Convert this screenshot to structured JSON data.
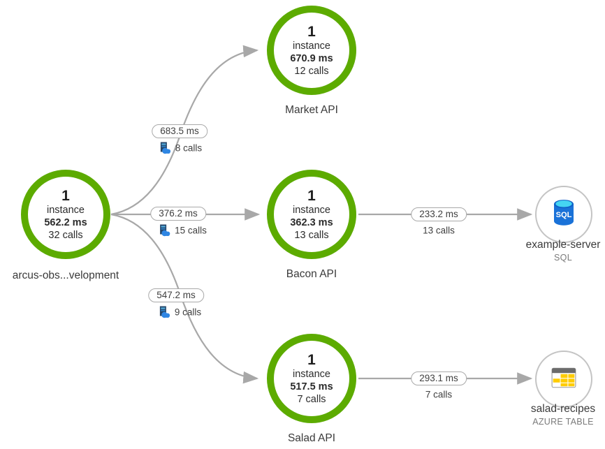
{
  "diagram": "application-map",
  "colors": {
    "node_ring_green": "#5cab00",
    "dependency_ring_gray": "#c4c4c4",
    "edge_gray": "#a8a8a8",
    "pill_border": "#a9a9a9",
    "sql_icon_blue": "#1a72d8",
    "sql_icon_cyan": "#45d5f2",
    "table_icon_yellow": "#ffcc00",
    "table_icon_gray": "#6b6b6b"
  },
  "app_nodes": {
    "root": {
      "count": "1",
      "instance_label": "instance",
      "duration": "562.2 ms",
      "calls": "32 calls",
      "label": "arcus-obs...velopment"
    },
    "market": {
      "count": "1",
      "instance_label": "instance",
      "duration": "670.9 ms",
      "calls": "12 calls",
      "label": "Market API"
    },
    "bacon": {
      "count": "1",
      "instance_label": "instance",
      "duration": "362.3 ms",
      "calls": "13 calls",
      "label": "Bacon API"
    },
    "salad": {
      "count": "1",
      "instance_label": "instance",
      "duration": "517.5 ms",
      "calls": "7 calls",
      "label": "Salad API"
    }
  },
  "dependency_nodes": {
    "sql": {
      "label": "example-server",
      "type": "SQL",
      "icon": "sql-database-icon"
    },
    "table": {
      "label": "salad-recipes",
      "type": "AZURE TABLE",
      "icon": "azure-table-icon"
    }
  },
  "edges": {
    "root_market": {
      "duration": "683.5 ms",
      "calls": "8 calls",
      "icon": "role-instance-icon"
    },
    "root_bacon": {
      "duration": "376.2 ms",
      "calls": "15 calls",
      "icon": "role-instance-icon"
    },
    "root_salad": {
      "duration": "547.2 ms",
      "calls": "9 calls",
      "icon": "role-instance-icon"
    },
    "bacon_sql": {
      "duration": "233.2 ms",
      "calls": "13 calls"
    },
    "salad_table": {
      "duration": "293.1 ms",
      "calls": "7 calls"
    }
  }
}
